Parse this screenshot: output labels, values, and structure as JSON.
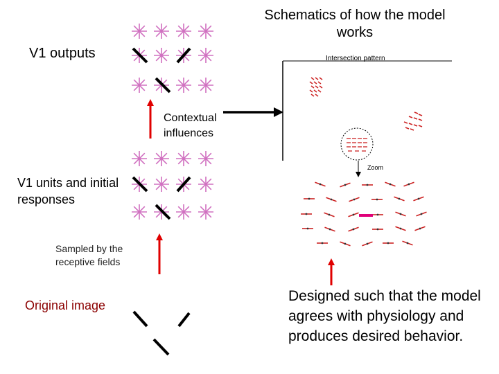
{
  "title": "Schematics of how the model works",
  "labels": {
    "v1_outputs": "V1 outputs",
    "contextual": "Contextual influences",
    "v1_units": "V1 units and initial responses",
    "sampled": "Sampled by the receptive fields",
    "original": "Original image",
    "designed": "Designed such that the model agrees with physiology and produces desired behavior."
  },
  "figure": {
    "intersection_pattern": "Intersection pattern",
    "zoom": "Zoom"
  },
  "colors": {
    "unit_star": "#d070c0",
    "arrow_red": "#e00000",
    "mark_red": "#cc2222",
    "highlight": "#e0007a"
  }
}
